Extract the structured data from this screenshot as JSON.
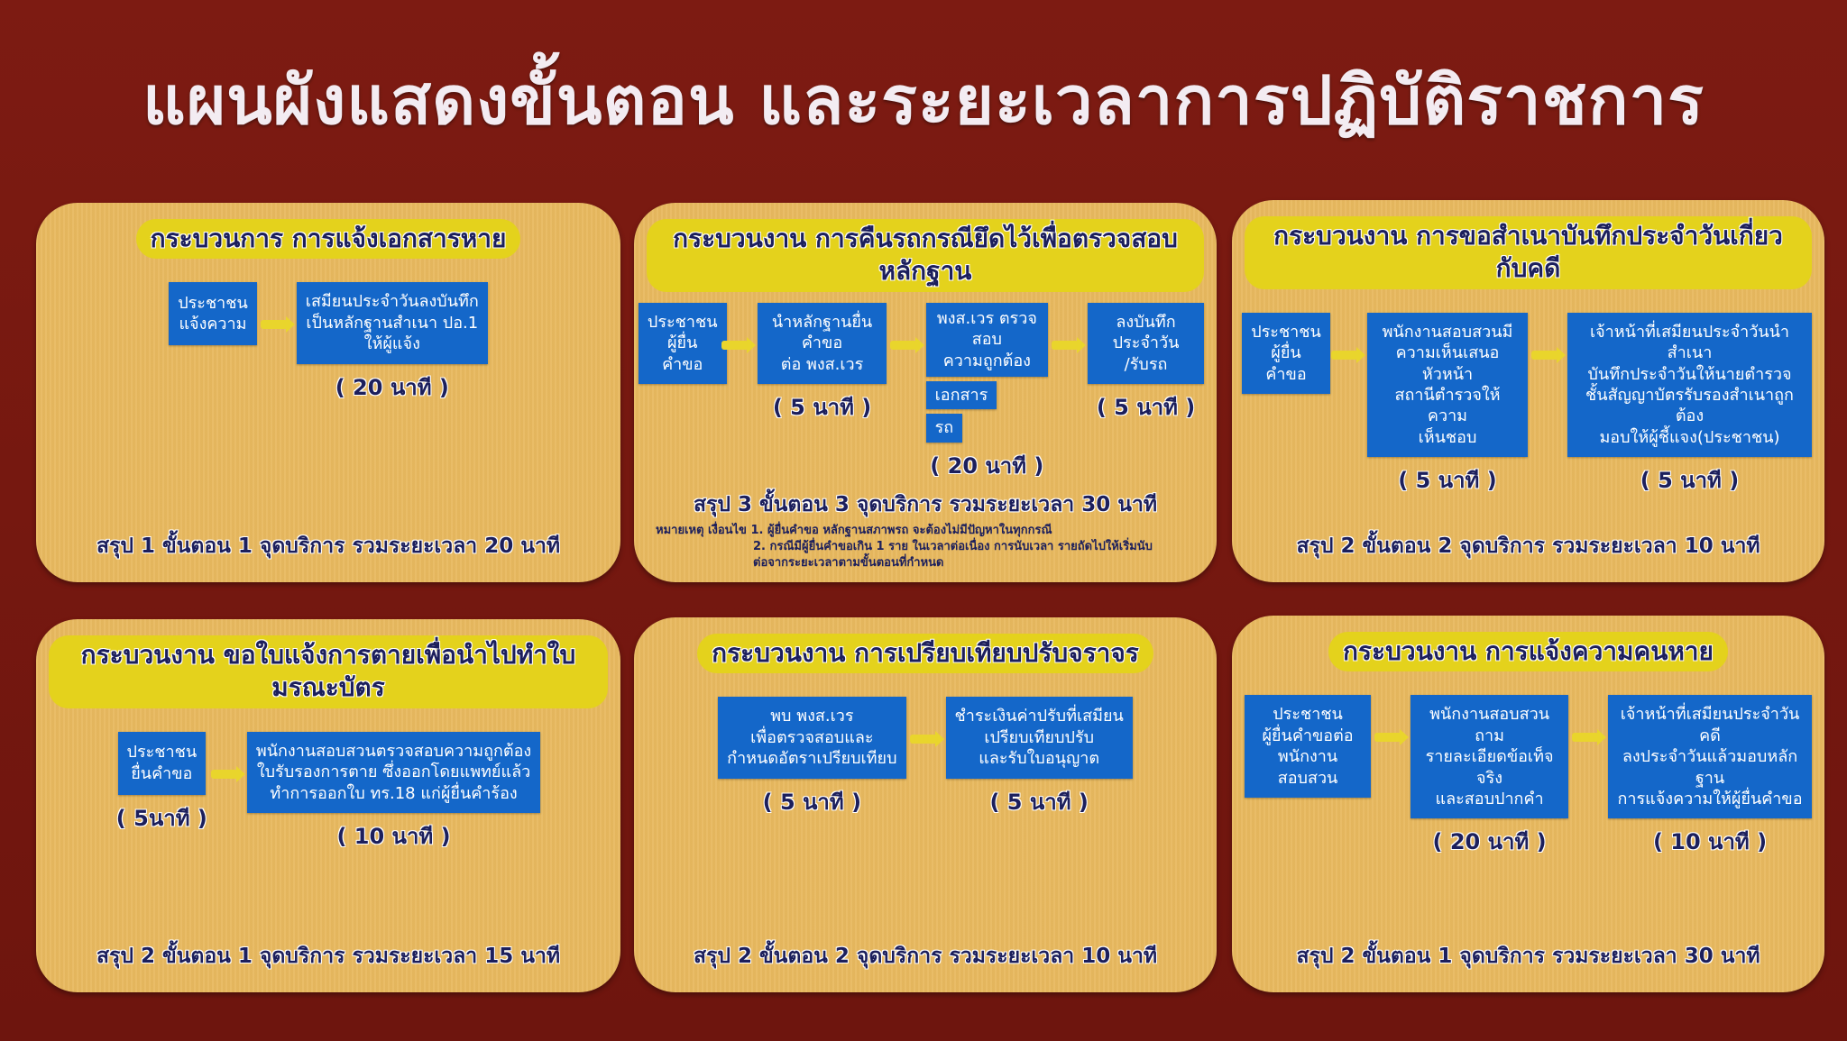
{
  "board_title": "แผนผังแสดงขั้นตอน และระยะเวลาการปฏิบัติราชการ",
  "colors": {
    "background": "#74170f",
    "panel": "#e8b95f",
    "title_pill": "#e4d21c",
    "step_box": "#1467c9",
    "text_dark": "#1c1f5c"
  },
  "panels": [
    {
      "title": "กระบวนการ การแจ้งเอกสารหาย",
      "steps": [
        {
          "lines": [
            "ประชาชน",
            "แจ้งความ"
          ],
          "time": ""
        },
        {
          "lines": [
            "เสมียนประจำวันลงบันทึก",
            "เป็นหลักฐานสำเนา ปอ.1",
            "ให้ผู้แจ้ง"
          ],
          "time": "( 20 นาที )"
        }
      ],
      "summary": "สรุป 1 ขั้นตอน 1 จุดบริการ รวมระยะเวลา 20 นาที"
    },
    {
      "title": "กระบวนงาน การคืนรถกรณียึดไว้เพื่อตรวจสอบหลักฐาน",
      "steps": [
        {
          "lines": [
            "ประชาชน",
            "ผู้ยื่นคำขอ"
          ],
          "time": ""
        },
        {
          "lines": [
            "นำหลักฐานยื่นคำขอ",
            "ต่อ พงส.เวร"
          ],
          "time": "( 5 นาที )"
        },
        {
          "stack": [
            [
              "พงส.เวร ตรวจสอบ",
              "ความถูกต้อง"
            ],
            [
              "เอกสาร"
            ],
            [
              "รถ"
            ]
          ],
          "time": "( 20 นาที )"
        },
        {
          "lines": [
            "ลงบันทึกประจำวัน",
            "/รับรถ"
          ],
          "time": "( 5 นาที )"
        }
      ],
      "summary": "สรุป 3 ขั้นตอน 3 จุดบริการ รวมระยะเวลา 30 นาที",
      "note": {
        "label": "หมายเหตุ เงื่อนไข",
        "item1": "1. ผู้ยื่นคำขอ หลักฐานสภาพรถ จะต้องไม่มีปัญหาในทุกกรณี",
        "item2": "2. กรณีมีผู้ยื่นคำขอเกิน 1 ราย ในเวลาต่อเนื่อง การนับเวลา รายถัดไปให้เริ่มนับ",
        "item2_cont": "ต่อจากระยะเวลาตามขั้นตอนที่กำหนด"
      }
    },
    {
      "title": "กระบวนงาน การขอสำเนาบันทึกประจำวันเกี่ยวกับคดี",
      "steps": [
        {
          "lines": [
            "ประชาชน",
            "ผู้ยื่นคำขอ"
          ],
          "time": ""
        },
        {
          "lines": [
            "พนักงานสอบสวนมี",
            "ความเห็นเสนอหัวหน้า",
            "สถานีตำรวจให้ความ",
            "เห็นชอบ"
          ],
          "time": "( 5 นาที )"
        },
        {
          "lines": [
            "เจ้าหน้าที่เสมียนประจำวันนำสำเนา",
            "บันทึกประจำวันให้นายตำรวจ",
            "ชั้นสัญญาบัตรรับรองสำเนาถูกต้อง",
            "มอบให้ผู้ชี้แจง(ประชาชน)"
          ],
          "time": "( 5 นาที )"
        }
      ],
      "summary": "สรุป 2 ขั้นตอน 2 จุดบริการ รวมระยะเวลา 10 นาที"
    },
    {
      "title": "กระบวนงาน ขอใบแจ้งการตายเพื่อนำไปทำใบมรณะบัตร",
      "steps": [
        {
          "lines": [
            "ประชาชน",
            "ยื่นคำขอ"
          ],
          "time": "( 5นาที )"
        },
        {
          "lines": [
            "พนักงานสอบสวนตรวจสอบความถูกต้อง",
            "ใบรับรองการตาย ซึ่งออกโดยแพทย์แล้ว",
            "ทำการออกใบ ทร.18 แก่ผู้ยื่นคำร้อง"
          ],
          "time": "( 10 นาที )"
        }
      ],
      "summary": "สรุป 2 ขั้นตอน 1 จุดบริการ รวมระยะเวลา 15 นาที"
    },
    {
      "title": "กระบวนงาน การเปรียบเทียบปรับจราจร",
      "steps": [
        {
          "lines": [
            "พบ พงส.เวร",
            "เพื่อตรวจสอบและ",
            "กำหนดอัตราเปรียบเทียบ"
          ],
          "time": "( 5 นาที )"
        },
        {
          "lines": [
            "ชำระเงินค่าปรับที่เสมียน",
            "เปรียบเทียบปรับ",
            "และรับใบอนุญาต"
          ],
          "time": "( 5 นาที )"
        }
      ],
      "summary": "สรุป 2 ขั้นตอน 2 จุดบริการ รวมระยะเวลา 10 นาที"
    },
    {
      "title": "กระบวนงาน การแจ้งความคนหาย",
      "steps": [
        {
          "lines": [
            "ประชาชน",
            "ผู้ยื่นคำขอต่อ",
            "พนักงานสอบสวน"
          ],
          "time": ""
        },
        {
          "lines": [
            "พนักงานสอบสวนถาม",
            "รายละเอียดข้อเท็จจริง",
            "และสอบปากคำ"
          ],
          "time": "( 20 นาที )"
        },
        {
          "lines": [
            "เจ้าหน้าที่เสมียนประจำวันคดี",
            "ลงประจำวันแล้วมอบหลักฐาน",
            "การแจ้งความให้ผู้ยื่นคำขอ"
          ],
          "time": "( 10 นาที )"
        }
      ],
      "summary": "สรุป 2 ขั้นตอน 1 จุดบริการ รวมระยะเวลา 30 นาที"
    }
  ]
}
